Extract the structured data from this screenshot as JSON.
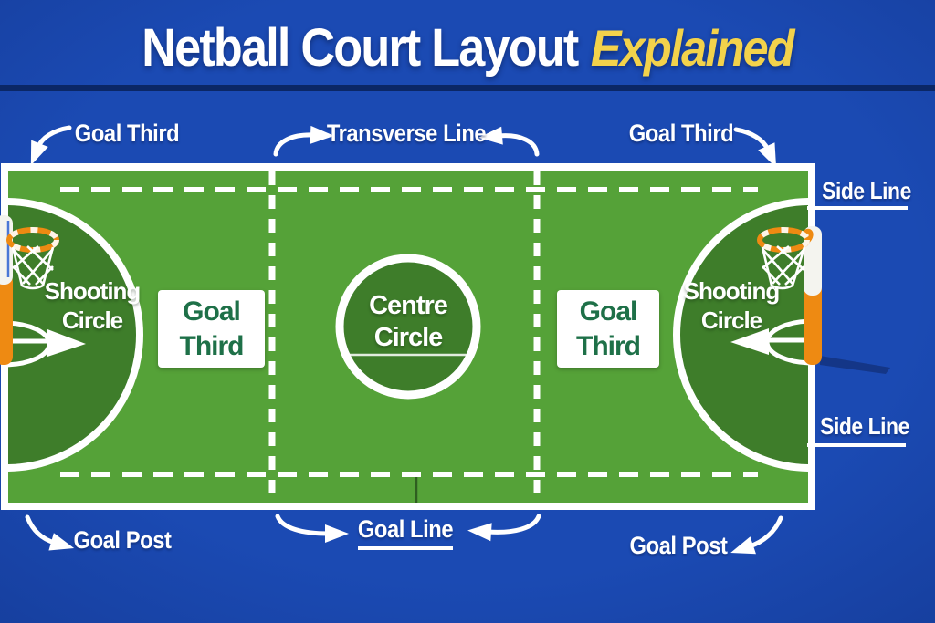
{
  "title": {
    "main": "Netball Court Layout",
    "accent": "Explained"
  },
  "annotations": {
    "goal_third_top_left": "Goal Third",
    "transverse_line": "Transverse Line",
    "goal_third_top_right": "Goal Third",
    "side_line_top": "Side Line",
    "side_line_bottom": "Side Line",
    "goal_post_bottom_left": "Goal Post",
    "goal_line": "Goal Line",
    "goal_post_bottom_right": "Goal Post"
  },
  "court": {
    "shooting_circle_left": "Shooting Circle",
    "goal_third_left": "Goal Third",
    "centre_circle": "Centre Circle",
    "goal_third_right": "Goal Third",
    "shooting_circle_right": "Shooting Circle"
  },
  "icons": {
    "left_goal": "netball-hoop-icon",
    "right_goal": "netball-hoop-icon"
  },
  "colors": {
    "bg_blue": "#1b4ab3",
    "bg_blue_dark": "#143a95",
    "divider_navy": "#0b2766",
    "court_green": "#55a238",
    "zone_green_dark": "#3e7d2a",
    "line_white": "#ffffff",
    "post_orange": "#ee8a12",
    "title_yellow": "#f3d24b",
    "third_label_green": "#1e7048"
  }
}
